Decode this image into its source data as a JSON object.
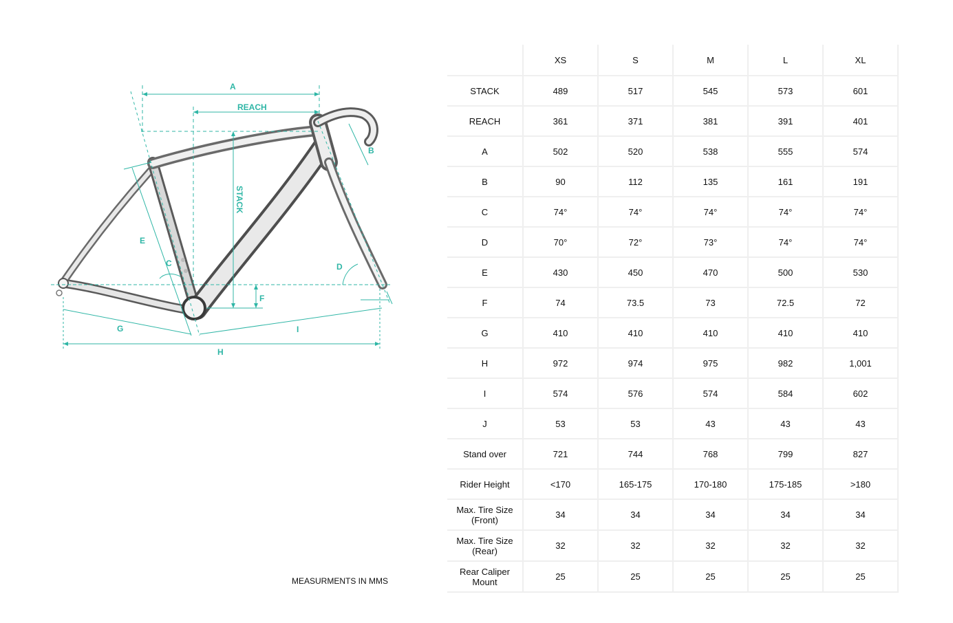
{
  "diagram": {
    "labels": {
      "a": "A",
      "reach": "REACH",
      "b": "B",
      "stack": "STACK",
      "e": "E",
      "c": "C",
      "d": "D",
      "f": "F",
      "g": "G",
      "i": "I",
      "h": "H"
    },
    "accent_color": "#2fb6a6",
    "frame_color": "#c8c8c8"
  },
  "units_note": "MEASURMENTS IN MMS",
  "table": {
    "sizes": [
      "XS",
      "S",
      "M",
      "L",
      "XL"
    ],
    "rows": [
      {
        "label": "STACK",
        "values": [
          "489",
          "517",
          "545",
          "573",
          "601"
        ]
      },
      {
        "label": "REACH",
        "values": [
          "361",
          "371",
          "381",
          "391",
          "401"
        ]
      },
      {
        "label": "A",
        "values": [
          "502",
          "520",
          "538",
          "555",
          "574"
        ]
      },
      {
        "label": "B",
        "values": [
          "90",
          "112",
          "135",
          "161",
          "191"
        ]
      },
      {
        "label": "C",
        "values": [
          "74°",
          "74°",
          "74°",
          "74°",
          "74°"
        ]
      },
      {
        "label": "D",
        "values": [
          "70°",
          "72°",
          "73°",
          "74°",
          "74°"
        ]
      },
      {
        "label": "E",
        "values": [
          "430",
          "450",
          "470",
          "500",
          "530"
        ]
      },
      {
        "label": "F",
        "values": [
          "74",
          "73.5",
          "73",
          "72.5",
          "72"
        ]
      },
      {
        "label": "G",
        "values": [
          "410",
          "410",
          "410",
          "410",
          "410"
        ]
      },
      {
        "label": "H",
        "values": [
          "972",
          "974",
          "975",
          "982",
          "1,001"
        ]
      },
      {
        "label": "I",
        "values": [
          "574",
          "576",
          "574",
          "584",
          "602"
        ]
      },
      {
        "label": "J",
        "values": [
          "53",
          "53",
          "43",
          "43",
          "43"
        ]
      },
      {
        "label": "Stand over",
        "values": [
          "721",
          "744",
          "768",
          "799",
          "827"
        ]
      },
      {
        "label": "Rider Height",
        "values": [
          "<170",
          "165-175",
          "170-180",
          "175-185",
          ">180"
        ]
      },
      {
        "label": "Max. Tire Size (Front)",
        "values": [
          "34",
          "34",
          "34",
          "34",
          "34"
        ]
      },
      {
        "label": "Max. Tire Size (Rear)",
        "values": [
          "32",
          "32",
          "32",
          "32",
          "32"
        ]
      },
      {
        "label": "Rear Caliper Mount",
        "values": [
          "25",
          "25",
          "25",
          "25",
          "25"
        ]
      }
    ]
  }
}
